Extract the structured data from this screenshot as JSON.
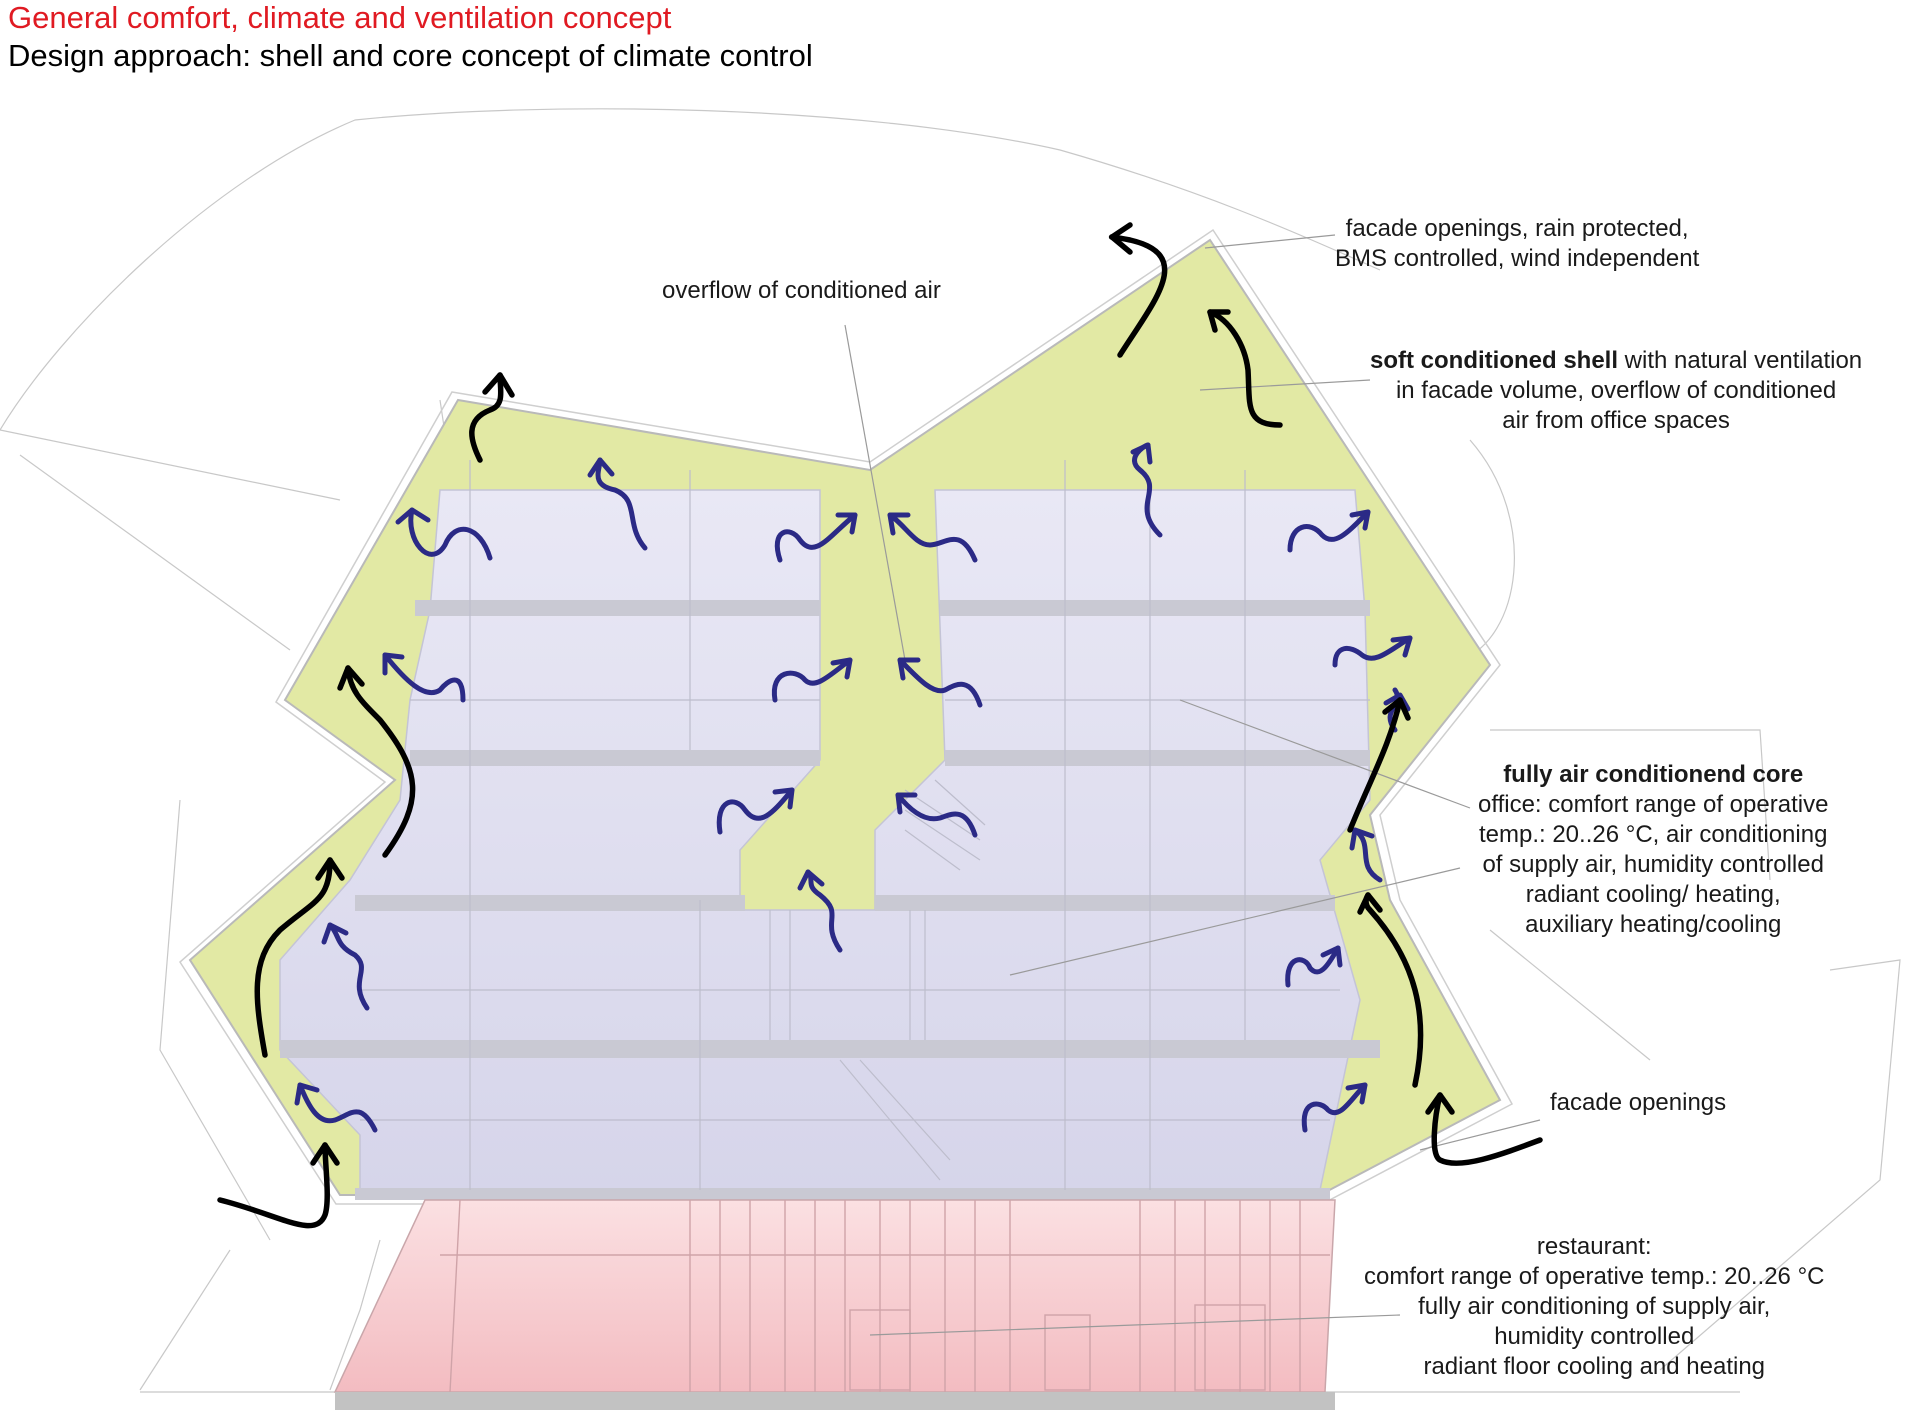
{
  "title": "General comfort, climate and ventilation concept",
  "subtitle": "Design approach: shell and core concept of climate control",
  "labels": {
    "facade_openings_top": [
      "facade openings, rain protected,",
      "BMS controlled, wind independent"
    ],
    "overflow": "overflow of conditioned air",
    "shell": {
      "bold": "soft conditioned shell",
      "rest": " with natural ventilation",
      "lines": [
        "in facade volume, overflow of conditioned",
        "air from office spaces"
      ]
    },
    "core": {
      "bold": "fully air conditionend core",
      "lines": [
        "office: comfort range of operative",
        "temp.: 20..26 °C,  air conditioning",
        "of supply air, humidity controlled",
        "radiant cooling/ heating,",
        "auxiliary heating/cooling"
      ]
    },
    "facade_openings": "facade openings",
    "restaurant": [
      "restaurant:",
      "comfort range of operative temp.: 20..26 °C",
      "fully air conditioning of supply air,",
      "humidity controlled",
      "radiant floor cooling and heating"
    ]
  },
  "colors": {
    "title_red": "#e01a22",
    "shell_fill": "#e2e9a4",
    "core_fill": "#dcdcee",
    "restaurant_fill": "#f6cccf",
    "arrow_blue": "#2b2a86",
    "arrow_black": "#000000"
  }
}
